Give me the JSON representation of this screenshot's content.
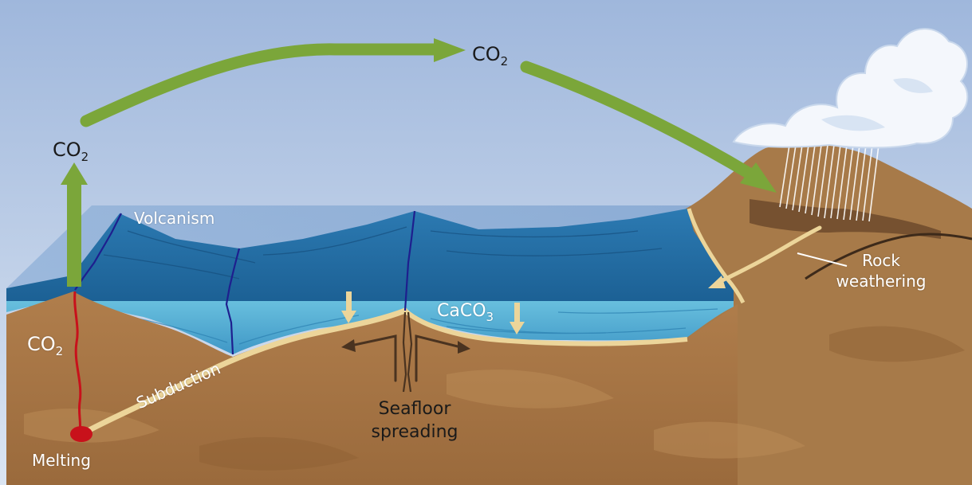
{
  "colors": {
    "sky_top": "#a9bfe0",
    "sky_bottom": "#d4e0f0",
    "ocean_deep": "#1f6fa6",
    "ocean_light": "#5ab6d8",
    "land": "#a47445",
    "land_dark": "#6b4425",
    "arrow_green": "#7ba63a",
    "sediment": "#ecd59a",
    "magma": "#cc1010",
    "fault": "#1a1c8c"
  },
  "labels": {
    "co2_top": {
      "main": "CO",
      "sub": "2"
    },
    "co2_left": {
      "main": "CO",
      "sub": "2"
    },
    "co2_crust": {
      "main": "CO",
      "sub": "2"
    },
    "volcanism": "Volcanism",
    "caco3": {
      "main": "CaCO",
      "sub": "3"
    },
    "subduction": "Subduction",
    "melting": "Melting",
    "seafloor_line1": "Seafloor",
    "seafloor_line2": "spreading",
    "rock_line1": "Rock",
    "rock_line2": "weathering"
  }
}
